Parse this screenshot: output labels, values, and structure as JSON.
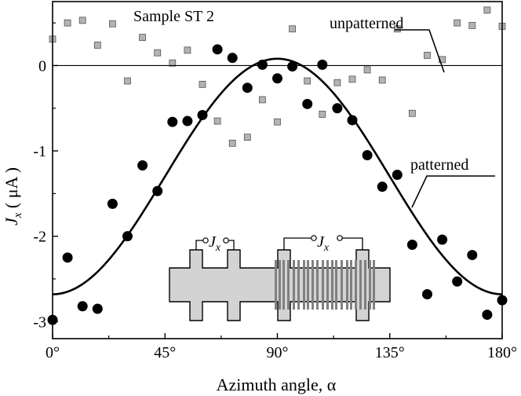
{
  "chart_data": {
    "type": "scatter",
    "title": "",
    "annotation_sample": "Sample ST 2",
    "xlabel": "Azimuth angle, α",
    "ylabel_main": "J",
    "ylabel_sub": "x",
    "ylabel_unit": " ( μA )",
    "xlim": [
      0,
      180
    ],
    "ylim": [
      -3.2,
      0.75
    ],
    "x_ticks": [
      {
        "value": 0,
        "label": "0°"
      },
      {
        "value": 45,
        "label": "45°"
      },
      {
        "value": 90,
        "label": "90°"
      },
      {
        "value": 135,
        "label": "135°"
      },
      {
        "value": 180,
        "label": "180°"
      }
    ],
    "y_ticks": [
      {
        "value": 0,
        "label": "0"
      },
      {
        "value": -1,
        "label": "-1"
      },
      {
        "value": -2,
        "label": "-2"
      },
      {
        "value": -3,
        "label": "-3"
      }
    ],
    "grid": false,
    "zero_line": 0,
    "series": [
      {
        "name": "unpatterned",
        "marker": "square",
        "color": "#b3b3b3",
        "points": [
          [
            0,
            0.31
          ],
          [
            6,
            0.5
          ],
          [
            12,
            0.53
          ],
          [
            18,
            0.24
          ],
          [
            24,
            0.49
          ],
          [
            30,
            -0.18
          ],
          [
            36,
            0.33
          ],
          [
            42,
            0.15
          ],
          [
            48,
            0.03
          ],
          [
            54,
            0.18
          ],
          [
            60,
            -0.22
          ],
          [
            66,
            -0.65
          ],
          [
            72,
            -0.91
          ],
          [
            78,
            -0.84
          ],
          [
            84,
            -0.4
          ],
          [
            90,
            -0.66
          ],
          [
            96,
            0.43
          ],
          [
            102,
            -0.18
          ],
          [
            108,
            -0.57
          ],
          [
            114,
            -0.2
          ],
          [
            120,
            -0.16
          ],
          [
            126,
            -0.05
          ],
          [
            132,
            -0.17
          ],
          [
            138,
            0.43
          ],
          [
            144,
            -0.56
          ],
          [
            150,
            0.12
          ],
          [
            156,
            0.07
          ],
          [
            162,
            0.5
          ],
          [
            168,
            0.47
          ],
          [
            174,
            0.65
          ],
          [
            180,
            0.46
          ]
        ]
      },
      {
        "name": "patterned",
        "marker": "circle",
        "color": "#000000",
        "points": [
          [
            0,
            -2.98
          ],
          [
            6,
            -2.25
          ],
          [
            12,
            -2.82
          ],
          [
            18,
            -2.85
          ],
          [
            24,
            -1.62
          ],
          [
            30,
            -2.0
          ],
          [
            36,
            -1.17
          ],
          [
            42,
            -1.47
          ],
          [
            48,
            -0.66
          ],
          [
            54,
            -0.65
          ],
          [
            60,
            -0.58
          ],
          [
            66,
            0.19
          ],
          [
            72,
            0.09
          ],
          [
            78,
            -0.26
          ],
          [
            84,
            0.01
          ],
          [
            90,
            -0.15
          ],
          [
            96,
            -0.01
          ],
          [
            102,
            -0.45
          ],
          [
            108,
            0.01
          ],
          [
            114,
            -0.5
          ],
          [
            120,
            -0.64
          ],
          [
            126,
            -1.05
          ],
          [
            132,
            -1.42
          ],
          [
            138,
            -1.28
          ],
          [
            144,
            -2.1
          ],
          [
            150,
            -2.68
          ],
          [
            156,
            -2.04
          ],
          [
            162,
            -2.53
          ],
          [
            168,
            -2.22
          ],
          [
            174,
            -2.92
          ],
          [
            180,
            -2.75
          ]
        ]
      }
    ],
    "fit_curve": {
      "style": "solid",
      "color": "#000000",
      "offset": -1.3,
      "amplitude": 1.38,
      "center": 90,
      "period": 180
    },
    "labels": {
      "unpatterned": "unpatterned",
      "patterned": "patterned"
    },
    "inset": {
      "left_probe": "J",
      "right_probe": "J",
      "probe_sub": "x",
      "fill_color": "#d3d3d3",
      "stripe_color": "#808080"
    }
  }
}
